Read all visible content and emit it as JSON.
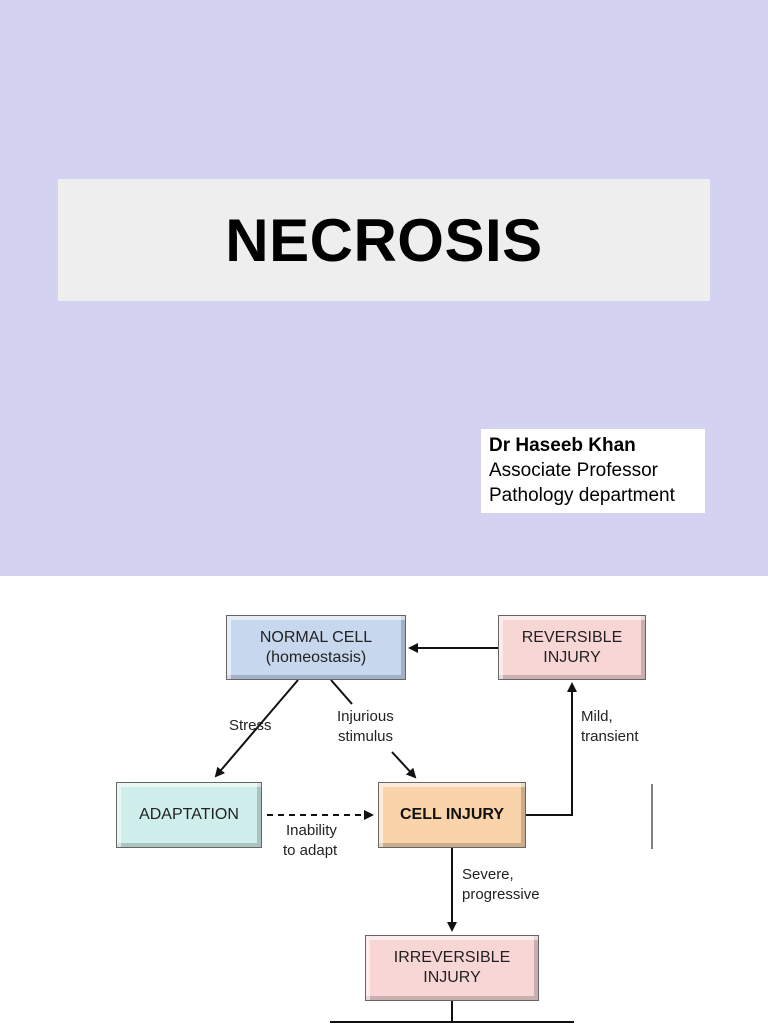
{
  "slide": {
    "title": "NECROSIS",
    "author": {
      "name": "Dr Haseeb Khan",
      "position": "Associate Professor",
      "department": "Pathology department"
    }
  },
  "diagram": {
    "nodes": {
      "normal_cell": {
        "line1": "NORMAL CELL",
        "line2": "(homeostasis)",
        "color": "#c6d7ee"
      },
      "reversible": {
        "line1": "REVERSIBLE",
        "line2": "INJURY",
        "color": "#f8d6d6"
      },
      "adaptation": {
        "line1": "ADAPTATION",
        "color": "#cfeeec"
      },
      "cell_injury": {
        "line1": "CELL INJURY",
        "color": "#f9d3aa"
      },
      "irreversible": {
        "line1": "IRREVERSIBLE",
        "line2": "INJURY",
        "color": "#f8d6d6"
      }
    },
    "labels": {
      "stress": "Stress",
      "injurious_1": "Injurious",
      "injurious_2": "stimulus",
      "mild_1": "Mild,",
      "mild_2": "transient",
      "inability_1": "Inability",
      "inability_2": "to adapt",
      "severe_1": "Severe,",
      "severe_2": "progressive"
    }
  }
}
